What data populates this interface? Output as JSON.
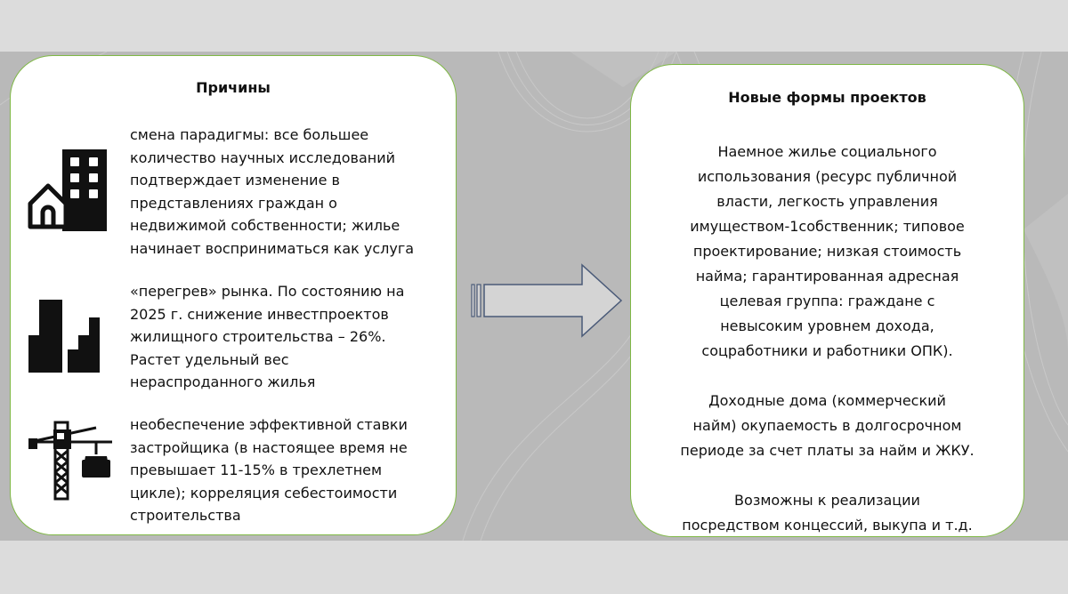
{
  "left": {
    "title": "Причины",
    "items": [
      {
        "icon": "building-house-icon",
        "text": "смена парадигмы: все большее\nколичество научных исследований\nподтверждает изменение в\nпредставлениях граждан о\nнедвижимой собственности; жилье\nначинает восприниматься как услуга"
      },
      {
        "icon": "skyline-icon",
        "text": "«перегрев» рынка. По состоянию на\n2025 г. снижение инвестпроектов\nжилищного строительства – 26%.\nРастет удельный вес\nнераспроданного жилья"
      },
      {
        "icon": "crane-icon",
        "text": "необеспечение эффективной ставки\nзастройщика (в настоящее время не\nпревышает 11-15% в трехлетнем\nцикле); корреляция себестоимости\nстроительства"
      }
    ]
  },
  "right": {
    "title": "Новые формы проектов",
    "paragraphs": [
      "Наемное жилье социального\nиспользования (ресурс публичной\nвласти, легкость управления\nимуществом-1собственник; типовое\nпроектирование; низкая стоимость\nнайма; гарантированная адресная\nцелевая группа: граждане с\nневысоким уровнем дохода,\nсоцработники и работники ОПК).",
      "Доходные дома (коммерческий\nнайм) окупаемость в долгосрочном\nпериоде за счет платы за найм и ЖКУ.",
      "Возможны к реализации\nпосредством концессий, выкупа и т.д."
    ]
  },
  "colors": {
    "card_border": "#7fb845",
    "arrow_fill": "#d4d4d4",
    "arrow_stroke": "#4a5a78",
    "icon": "#111111"
  },
  "arrow_icon": "right-arrow-icon"
}
